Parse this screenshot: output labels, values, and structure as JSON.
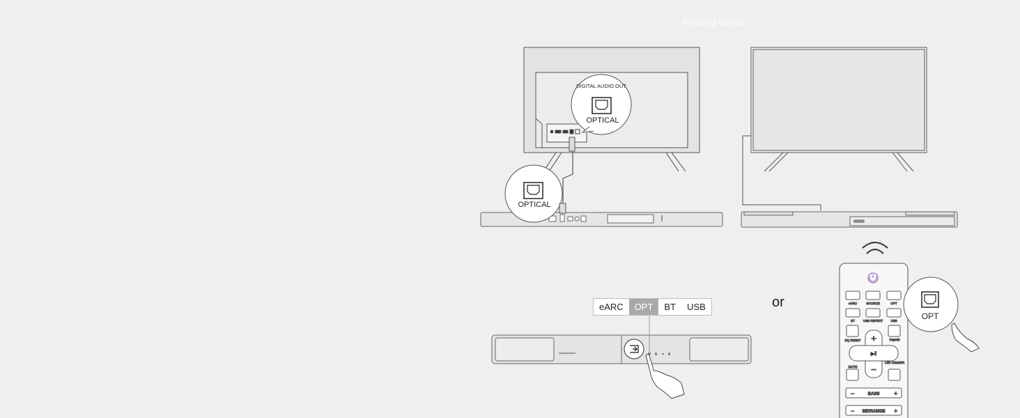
{
  "title": "Cabling Setup",
  "tv_callout": {
    "heading": "DIGITAL AUDIO OUT",
    "port_label": "OPTICAL"
  },
  "soundbar_callout": {
    "port_label": "OPTICAL"
  },
  "source_tabs": [
    {
      "label": "eARC",
      "active": false
    },
    {
      "label": "OPT",
      "active": true
    },
    {
      "label": "BT",
      "active": false
    },
    {
      "label": "USB",
      "active": false
    }
  ],
  "or_text": "or",
  "remote": {
    "buttons_row1": [
      "eARC",
      "SOURCE",
      "OPT"
    ],
    "buttons_row2": [
      "BT",
      "USB REPEAT",
      "USB"
    ],
    "eq_reset": "EQ RESET",
    "sub_label": "Xupmix",
    "mute": "MUTE",
    "led_dimmer": "LED DIMMER",
    "bass_label": "BASS",
    "midrange_label": "MIDRANGE",
    "callout_label": "OPT"
  }
}
